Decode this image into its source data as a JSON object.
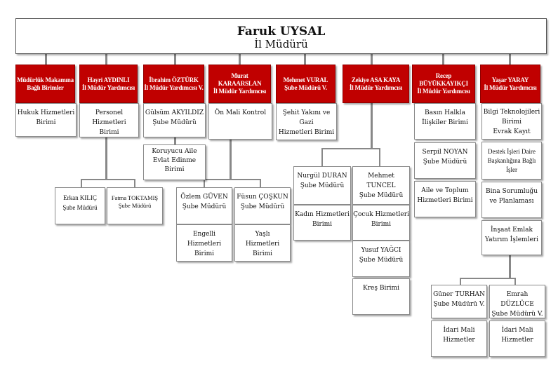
{
  "director": {
    "name": "Faruk UYSAL",
    "title": "İl Müdürü"
  },
  "red": [
    [
      "Müdürlük Makamına",
      "Bağlı Birimler"
    ],
    [
      "Hayri AYDINLI",
      "İl Müdür Yardımcısı"
    ],
    [
      "İbrahim ÖZTÜRK",
      "İl Müdür Yardımcısı V."
    ],
    [
      "Murat KARAARSLAN",
      "İl Müdür Yardımcısı"
    ],
    [
      "Mehmet VURAL",
      "Şube Müdürü V."
    ],
    [
      "Zekiye ASA KAYA",
      "İl Müdür Yardımcısı"
    ],
    [
      "Recep",
      "BÜYÜKKAYIKÇI",
      "İl Müdür Yardımcısı"
    ],
    [
      "Yaşar YARAY",
      "İl Müdür Yardımcısı"
    ]
  ],
  "boxes": {
    "hukuk": [
      "Hukuk  Hizmetleri",
      "Birimi"
    ],
    "personel": [
      "Personel Hizmetleri",
      "Birimi"
    ],
    "gulsum": [
      "Gülsüm AKYILDIZ",
      "Şube Müdürü"
    ],
    "koruyucu": [
      "Koruyucu Aile",
      "Evlat Edinme",
      "Birimi"
    ],
    "erkan": [
      "Erkan KILIÇ",
      "Şube Müdürü"
    ],
    "fatma": [
      "Fatma TOKTAMIŞ",
      "Şube Müdürü"
    ],
    "onmali": [
      "Ön Mali Kontrol"
    ],
    "ozlem": [
      "Özlem GÜVEN",
      "Şube Müdürü"
    ],
    "fusun": [
      "Füsun ÇOŞKUN",
      "Şube Müdürü"
    ],
    "engelli": [
      "Engelli",
      "Hizmetleri Birimi"
    ],
    "yasli": [
      "Yaşlı",
      "Hizmetleri Birimi"
    ],
    "sehit": [
      "Şehit Yakını ve Gazi",
      "Hizmetleri Birimi"
    ],
    "nurgul": [
      "Nurgül DURAN",
      "Şube Müdürü"
    ],
    "tuncel": [
      "Mehmet TUNCEL",
      "Şube Müdürü"
    ],
    "kadin": [
      "Kadın Hizmetleri",
      "Birimi"
    ],
    "cocuk": [
      "Çocuk Hizmetleri",
      "Birimi"
    ],
    "yagci": [
      "Yusuf YAĞCI",
      "Şube Müdürü"
    ],
    "kres": [
      "Kreş Birimi"
    ],
    "basin": [
      "Basın Halkla",
      "İlişkiler Birimi"
    ],
    "serpil": [
      "Serpil NOYAN",
      "Şube Müdürü"
    ],
    "aile": [
      "Aile ve Toplum",
      "Hizmetleri Birimi"
    ],
    "bilgi": [
      "Bilgi Teknolojileri",
      "Birimi",
      "Evrak Kayıt"
    ],
    "destek": [
      "Destek İşleri Daire",
      "Başkanlığına Bağlı",
      "İşler"
    ],
    "bina": [
      "Bina Sorumluğu",
      "ve Planlaması"
    ],
    "insaat": [
      "İnşaat Emlak",
      "Yatırım İşlemleri"
    ],
    "guner": [
      "Güner TURHAN",
      "Şube Müdürü V."
    ],
    "emrah": [
      "Emrah DÜZLÜCE",
      "Şube Müdürü V."
    ],
    "idari1": [
      "İdari Mali",
      "Hizmetler"
    ],
    "idari2": [
      "İdari Mali",
      "Hizmetler"
    ]
  }
}
